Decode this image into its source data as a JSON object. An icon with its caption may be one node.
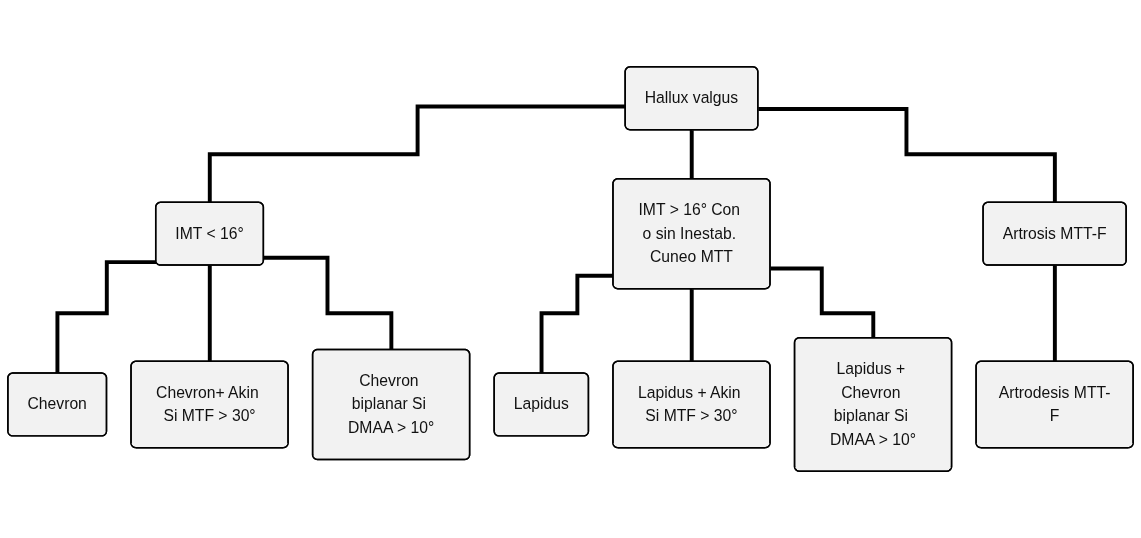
{
  "diagram": {
    "nodes": [
      {
        "text": [
          "Hallux valgus"
        ]
      },
      {
        "text": [
          "IMT < 16°"
        ]
      },
      {
        "text": [
          "IMT > 16° Con o sin Inestab. Cuneo MTT"
        ]
      },
      {
        "text": [
          "Artrosis MTT-F"
        ]
      },
      {
        "text": [
          "Chevron"
        ]
      },
      {
        "text": [
          "Chevron+ Akin Si MTF > 30°"
        ]
      },
      {
        "text": [
          "Chevron biplanar Si DMAA > 10°"
        ]
      },
      {
        "text": [
          "Lapidus"
        ]
      },
      {
        "text": [
          "Lapidus + Akin Si MTF > 30°"
        ]
      },
      {
        "text": [
          "Lapidus + Chevron biplanar Si DMAA > 10°"
        ]
      },
      {
        "text": [
          "Artrodesis MTT-F"
        ]
      }
    ],
    "edges": [
      {
        "from": 0,
        "to": 1,
        "arrow": "none"
      },
      {
        "from": 0,
        "to": 2,
        "arrow": "none"
      },
      {
        "from": 0,
        "to": 3,
        "arrow": "none"
      },
      {
        "from": 1,
        "to": 4,
        "arrow": "none"
      },
      {
        "from": 1,
        "to": 5,
        "arrow": "none"
      },
      {
        "from": 1,
        "to": 6,
        "arrow": "none"
      },
      {
        "from": 2,
        "to": 7,
        "arrow": "none"
      },
      {
        "from": 2,
        "to": 8,
        "arrow": "none"
      },
      {
        "from": 2,
        "to": 9,
        "arrow": "none"
      },
      {
        "from": 3,
        "to": 10,
        "arrow": "none"
      }
    ]
  }
}
